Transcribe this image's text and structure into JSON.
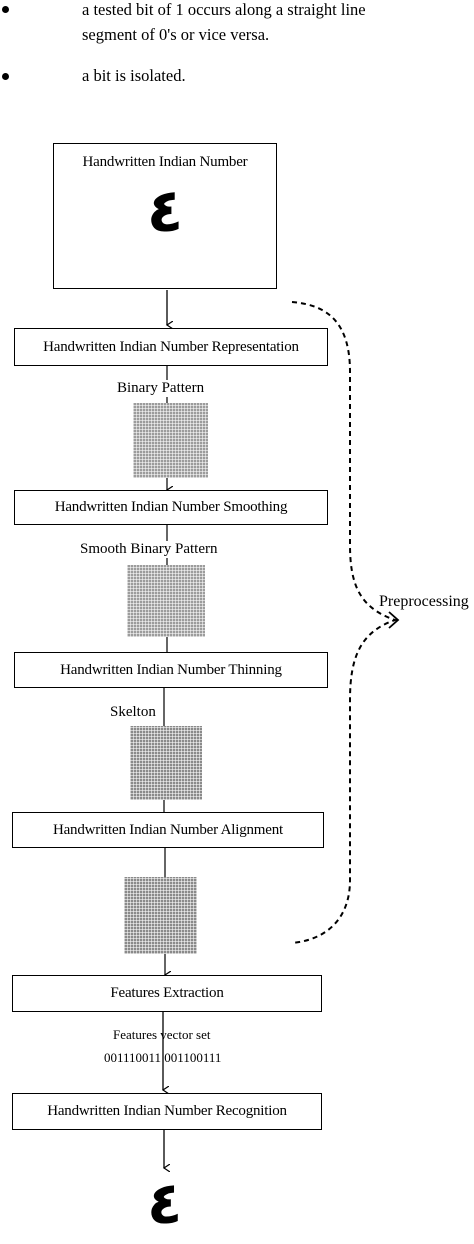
{
  "bullets": [
    {
      "lines": [
        "a tested bit of 1 occurs along a straight line",
        "segment of 0's or vice versa."
      ]
    },
    {
      "lines": [
        "a bit is isolated."
      ]
    }
  ],
  "diagram": {
    "top_box_title": "Handwritten Indian Number",
    "top_box_glyph": "٤",
    "steps": [
      "Handwritten Indian Number Representation",
      "Handwritten Indian Number Smoothing",
      "Handwritten Indian Number Thinning",
      "Handwritten Indian Number Alignment",
      "Features Extraction",
      "Handwritten Indian Number Recognition"
    ],
    "labels": {
      "binary_pattern": "Binary  Pattern",
      "smooth_binary_pattern": "Smooth  Binary Pattern",
      "skeleton": "Skelton",
      "features_vector_set": "Features vector set",
      "bit_strings": "001110011 001100111"
    },
    "preprocessing_label": "Preprocessing",
    "output_glyph": "٤"
  }
}
